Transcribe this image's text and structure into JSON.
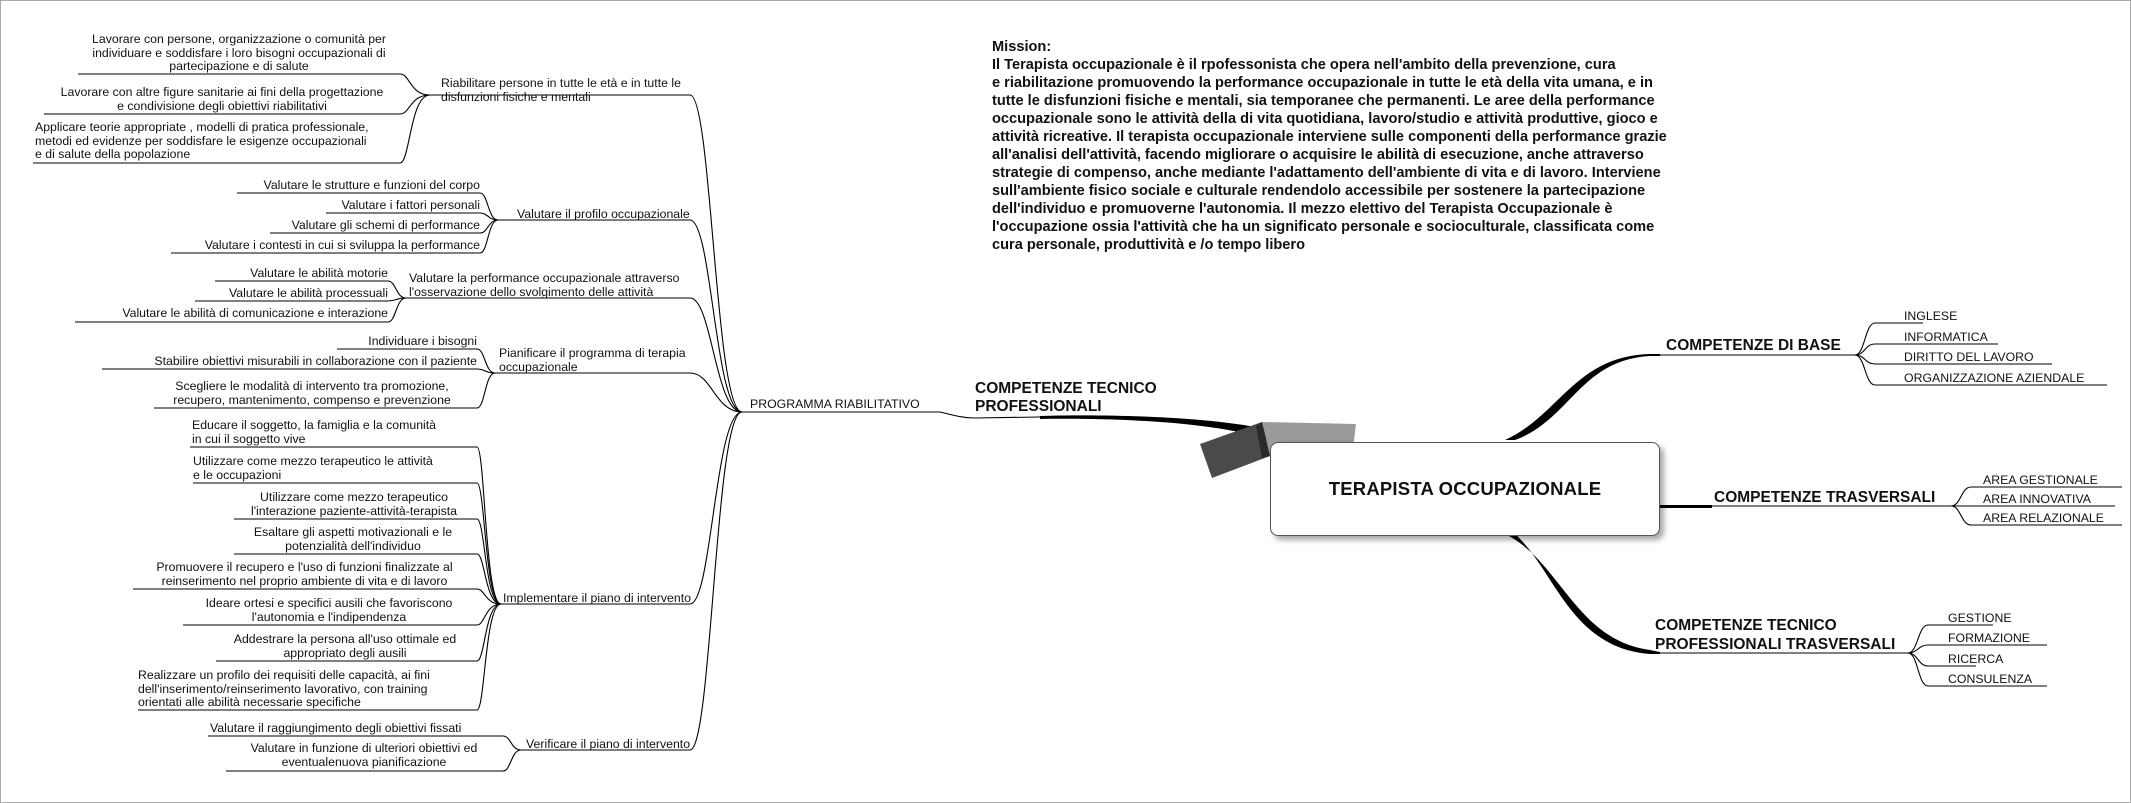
{
  "mission": {
    "title": "Mission:",
    "body": "Il Terapista occupazionale è il rpofessonista che opera nell'ambito della prevenzione, cura\ne riabilitazione promuovendo la performance occupazionale in tutte le età della vita umana, e in\ntutte le disfunzioni fisiche e mentali, sia temporanee che permanenti. Le aree della performance\noccupazionale sono le attività della di vita quotidiana, lavoro/studio e attività produttive, gioco e\nattività ricreative. Il terapista occupazionale interviene sulle componenti della performance grazie\nall'analisi dell'attività, facendo migliorare o acquisire le abilità di esecuzione, anche attraverso\nstrategie di compenso, anche mediante l'adattamento dell'ambiente di vita e di lavoro. Interviene\nsull'ambiente fisico sociale e culturale rendendolo accessibile per sostenere la partecipazione\ndell'individuo e promuoverne l'autonomia. Il mezzo elettivo del Terapista Occupazionale è\nl'occupazione ossia l'attività che ha un significato personale e socioculturale, classificata come\ncura personale, produttività e /o tempo libero"
  },
  "center": {
    "label": "TERAPISTA OCCUPAZIONALE"
  },
  "base": {
    "title": "COMPETENZE DI BASE",
    "items": [
      "INGLESE",
      "INFORMATICA",
      "DIRITTO DEL LAVORO",
      "ORGANIZZAZIONE AZIENDALE"
    ]
  },
  "trasversali": {
    "title": "COMPETENZE TRASVERSALI",
    "items": [
      "AREA GESTIONALE",
      "AREA INNOVATIVA",
      "AREA RELAZIONALE"
    ]
  },
  "tpt": {
    "title_1": "COMPETENZE TECNICO",
    "title_2": "PROFESSIONALI TRASVERSALI",
    "items": [
      "GESTIONE",
      "FORMAZIONE",
      "RICERCA",
      "CONSULENZA"
    ]
  },
  "tp": {
    "title_1": "COMPETENZE TECNICO",
    "title_2": "PROFESSIONALI",
    "programma": "PROGRAMMA RIABILITATIVO",
    "groups": [
      {
        "label_1": "Riabilitare persone in tutte le età e in tutte le",
        "label_2": "disfunzioni fisiche e mentali",
        "leaves": [
          [
            "Lavorare con persone, organizzazione o comunità per",
            "individuare e soddisfare i loro bisogni occupazionali di",
            "partecipazione e di salute"
          ],
          [
            "Lavorare con altre figure sanitarie ai fini della progettazione",
            "e condivisione  degli obiettivi riabilitativi"
          ],
          [
            "Applicare teorie appropriate , modelli di pratica professionale,",
            "metodi ed evidenze per soddisfare le esigenze occupazionali",
            "e di salute della popolazione"
          ]
        ]
      },
      {
        "label_1": "Valutare il profilo occupazionale",
        "leaves": [
          [
            "Valutare le strutture e funzioni del corpo"
          ],
          [
            "Valutare i fattori personali"
          ],
          [
            "Valutare gli schemi di performance"
          ],
          [
            "Valutare i contesti in cui si sviluppa la performance"
          ]
        ]
      },
      {
        "label_1": "Valutare la performance occupazionale attraverso",
        "label_2": "l'osservazione dello svolgimento delle attività",
        "leaves": [
          [
            "Valutare le abilità motorie"
          ],
          [
            "Valutare le abilità processuali"
          ],
          [
            "Valutare le abilità di comunicazione e interazione"
          ]
        ]
      },
      {
        "label_1": "Pianificare il programma di terapia",
        "label_2": "occupazionale",
        "leaves": [
          [
            "Individuare i bisogni"
          ],
          [
            "Stabilire obiettivi misurabili in collaborazione con il paziente"
          ],
          [
            "Scegliere le modalità di intervento tra promozione,",
            "recupero, mantenimento, compenso e prevenzione"
          ]
        ]
      },
      {
        "label_1": "Implementare il piano di intervento",
        "leaves": [
          [
            "Educare il soggetto, la famiglia e la comunità",
            "in cui il soggetto vive"
          ],
          [
            "Utilizzare come mezzo terapeutico le attività",
            "e le occupazioni"
          ],
          [
            "Utilizzare come mezzo terapeutico",
            "l'interazione paziente-attività-terapista"
          ],
          [
            "Esaltare gli aspetti motivazionali e le",
            "potenzialità dell'individuo"
          ],
          [
            "Promuovere il recupero e l'uso di funzioni finalizzate al",
            "reinserimento nel proprio ambiente di vita e di lavoro"
          ],
          [
            "Ideare ortesi e specifici ausili che favoriscono",
            "l'autonomia e l'indipendenza"
          ],
          [
            "Addestrare la persona all'uso ottimale ed",
            "appropriato degli ausili"
          ],
          [
            "Realizzare un profilo dei requisiti delle capacità, ai fini",
            "dell'inserimento/reinserimento lavorativo, con training",
            "orientati alle abilità necessarie specifiche"
          ]
        ]
      },
      {
        "label_1": "Verificare il piano di intervento",
        "leaves": [
          [
            "Valutare il raggiungimento degli obiettivi fissati"
          ],
          [
            "Valutare in funzione di ulteriori obiettivi  ed",
            "eventualenuova pianificazione"
          ]
        ]
      }
    ]
  }
}
